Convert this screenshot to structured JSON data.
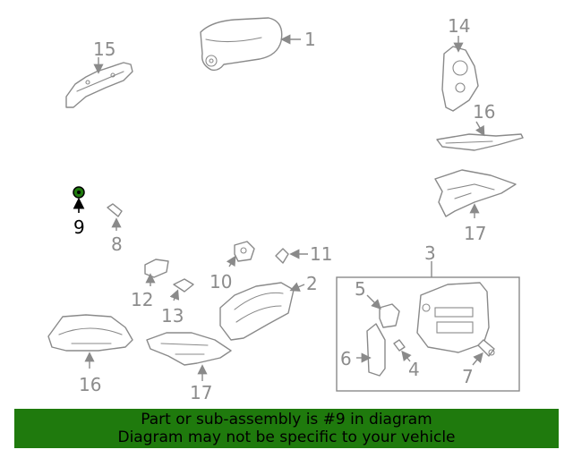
{
  "diagram": {
    "highlighted_part": "9",
    "callouts": [
      "1",
      "2",
      "3",
      "4",
      "5",
      "6",
      "7",
      "8",
      "9",
      "10",
      "11",
      "12",
      "13",
      "14",
      "15",
      "16",
      "16",
      "17",
      "17"
    ]
  },
  "footer": {
    "line1": "Part or sub-assembly is #9 in diagram",
    "line2": "Diagram may not be specific to your vehicle",
    "background_color": "#1f7a0d"
  }
}
